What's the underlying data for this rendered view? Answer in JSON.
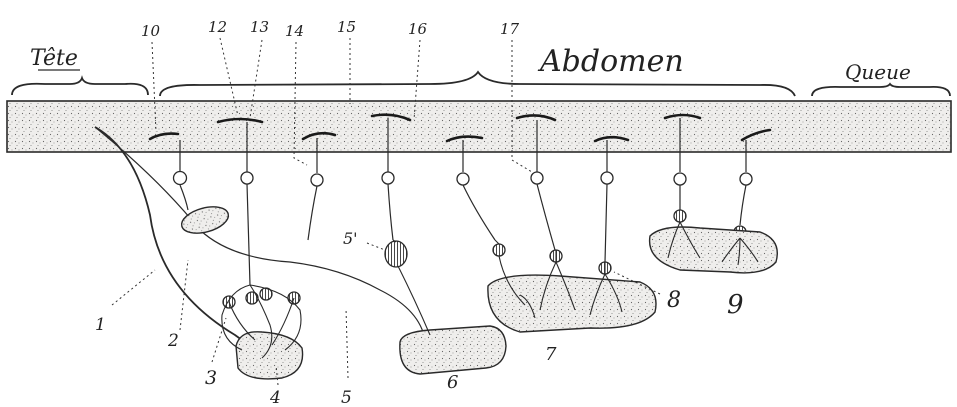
{
  "regions": {
    "head": "Tête",
    "abdomen": "Abdomen",
    "tail": "Queue"
  },
  "labels": {
    "n1": "1",
    "n2": "2",
    "n3": "3",
    "n4": "4",
    "n5": "5",
    "n5p": "5'",
    "n6": "6",
    "n7": "7",
    "n8": "8",
    "n9": "9",
    "n10": "10",
    "n12": "12",
    "n13": "13",
    "n14": "14",
    "n15": "15",
    "n16": "16",
    "n17": "17"
  },
  "colors": {
    "ink": "#2a2a2a",
    "paper": "#ffffff",
    "band": "#ecebea"
  }
}
